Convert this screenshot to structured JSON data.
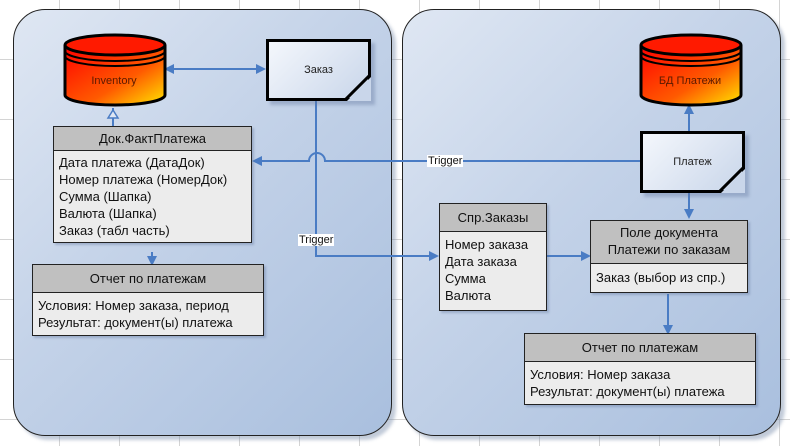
{
  "diagram": {
    "left_panel": {
      "inventory_db": {
        "label": "Inventory"
      },
      "order_doc": {
        "label": "Заказ"
      },
      "payment_entity": {
        "title": "Док.ФактПлатежа",
        "fields": [
          "Дата платежа (ДатаДок)",
          "Номер платежа (НомерДок)",
          "Сумма (Шапка)",
          "Валюта (Шапка)",
          "Заказ (табл часть)"
        ]
      },
      "report_entity": {
        "title": "Отчет по платежам",
        "fields": [
          "Условия: Номер заказа, период",
          "Результат: документ(ы) платежа"
        ]
      }
    },
    "right_panel": {
      "payments_db": {
        "label": "БД Платежи"
      },
      "payment_doc": {
        "label": "Платеж"
      },
      "orders_catalog": {
        "title": "Спр.Заказы",
        "fields": [
          "Номер заказа",
          "Дата заказа",
          "Сумма",
          "Валюта"
        ]
      },
      "document_field": {
        "title_lines": [
          "Поле документа",
          "Платежи по заказам"
        ],
        "fields": [
          "Заказ (выбор из спр.)"
        ]
      },
      "report_entity": {
        "title": "Отчет по платежам",
        "fields": [
          "Условия: Номер заказа",
          "Результат: документ(ы) платежа"
        ]
      }
    },
    "connectors": {
      "trigger_1": "Trigger",
      "trigger_2": "Trigger"
    },
    "colors": {
      "connector": "#4a7cc4",
      "db_top": "#ff0000",
      "db_bottom": "#ffd700",
      "entity_header": "#c0c0c0",
      "entity_body": "#ececec"
    }
  }
}
